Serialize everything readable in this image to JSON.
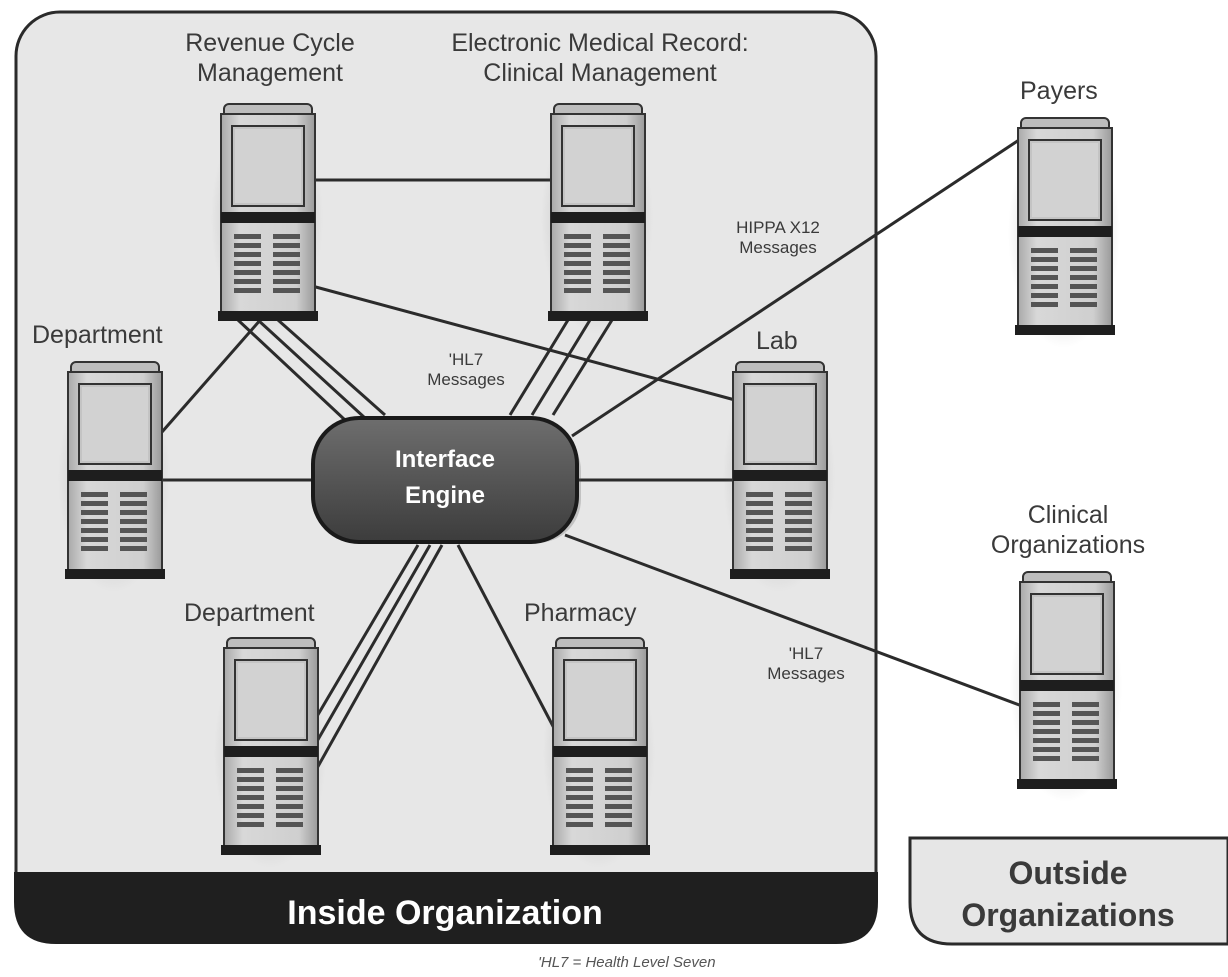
{
  "labels": {
    "revenue_line1": "Revenue Cycle",
    "revenue_line2": "Management",
    "emr_line1": "Electronic Medical Record:",
    "emr_line2": "Clinical Management",
    "payers": "Payers",
    "hippa_line1": "HIPPA X12",
    "hippa_line2": "Messages",
    "department_left": "Department",
    "hl7_top_line1": "'HL7",
    "hl7_top_line2": "Messages",
    "lab": "Lab",
    "engine_line1": "Interface",
    "engine_line2": "Engine",
    "clinical_line1": "Clinical",
    "clinical_line2": "Organizations",
    "department_bottom": "Department",
    "pharmacy": "Pharmacy",
    "hl7_right_line1": "'HL7",
    "hl7_right_line2": "Messages",
    "inside": "Inside Organization",
    "outside_line1": "Outside",
    "outside_line2": "Organizations",
    "footnote": "'HL7 = Health Level Seven"
  },
  "servers": [
    {
      "id": "revenue-cycle-server"
    },
    {
      "id": "emr-server"
    },
    {
      "id": "payers-server"
    },
    {
      "id": "department-left-server"
    },
    {
      "id": "lab-server"
    },
    {
      "id": "clinical-organizations-server"
    },
    {
      "id": "department-bottom-server"
    },
    {
      "id": "pharmacy-server"
    }
  ],
  "colors": {
    "panel": "#e6e6e6",
    "panel_border": "#2a2a2a",
    "dark": "#222222",
    "server_body": "#c9c9c9",
    "line": "#2b2b2b"
  }
}
